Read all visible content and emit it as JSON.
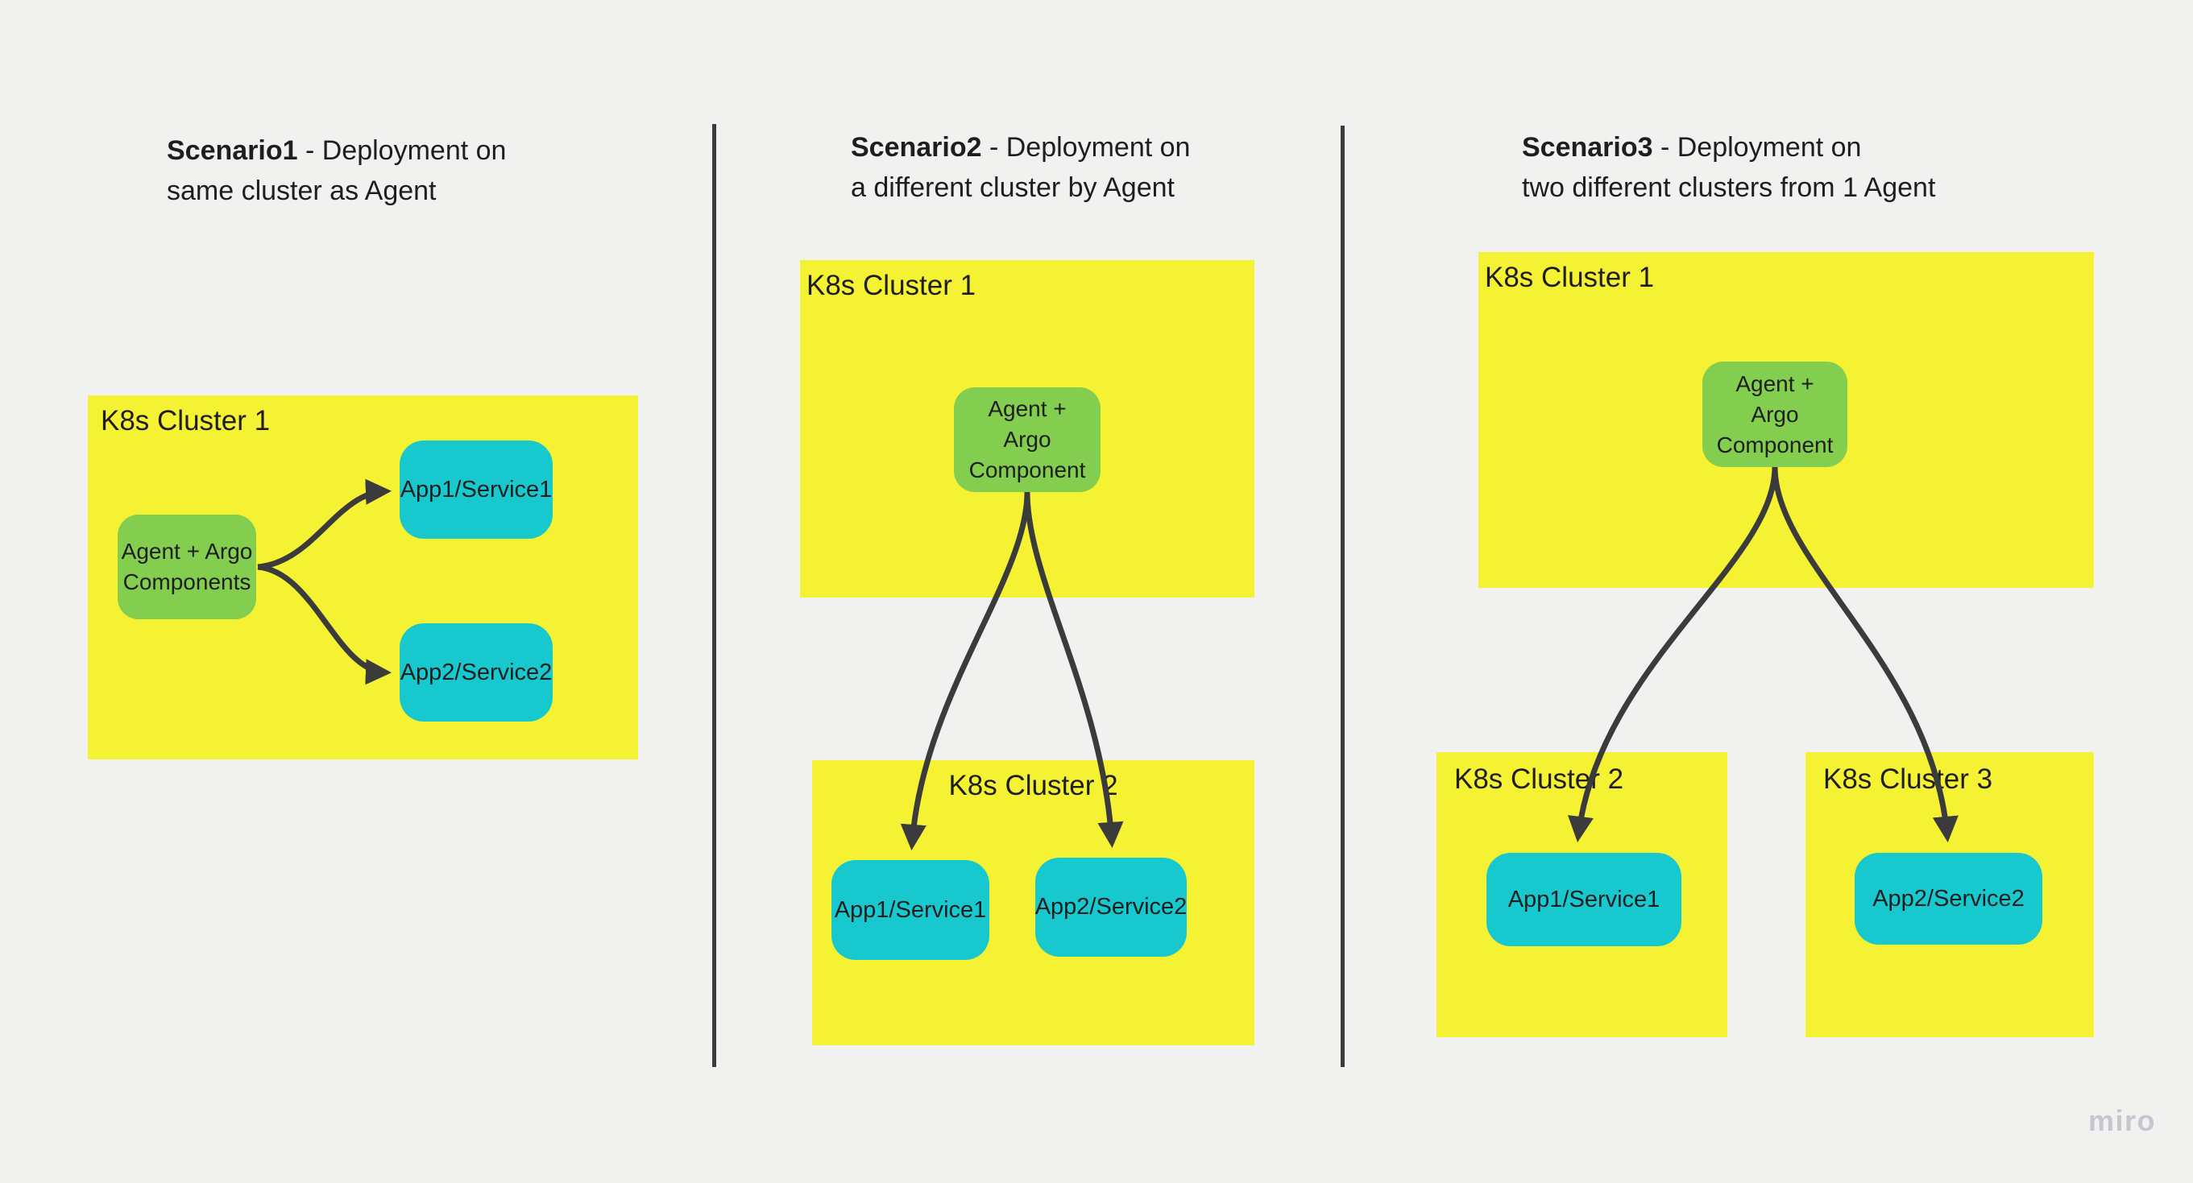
{
  "watermark": "miro",
  "colors": {
    "background": "#F1F1F0",
    "cluster_fill": "#F5F133",
    "agent_fill": "#84CE4F",
    "app_fill": "#17C9CF",
    "line": "#3B3B3B",
    "text": "#1E1E1E",
    "watermark_color": "#C6C6D0"
  },
  "scenarios": [
    {
      "title": {
        "bold": "Scenario1",
        "rest": " - Deployment on",
        "line2": "same cluster as Agent"
      },
      "cluster1": {
        "label": "K8s Cluster 1"
      },
      "agent": {
        "lines": [
          "Agent + Argo",
          "Components"
        ]
      },
      "apps": [
        {
          "label": "App1/Service1"
        },
        {
          "label": "App2/Service2"
        }
      ]
    },
    {
      "title": {
        "bold": "Scenario2",
        "rest": " - Deployment on",
        "line2": "a different cluster by Agent"
      },
      "cluster1": {
        "label": "K8s Cluster 1"
      },
      "cluster2": {
        "label": "K8s Cluster 2"
      },
      "agent": {
        "lines": [
          "Agent +",
          "Argo",
          "Component"
        ]
      },
      "apps": [
        {
          "label": "App1/Service1"
        },
        {
          "label": "App2/Service2"
        }
      ]
    },
    {
      "title": {
        "bold": "Scenario3",
        "rest": " - Deployment on",
        "line2": "two different clusters from 1 Agent"
      },
      "cluster1": {
        "label": "K8s Cluster 1"
      },
      "cluster2": {
        "label": "K8s Cluster 2"
      },
      "cluster3": {
        "label": "K8s Cluster 3"
      },
      "agent": {
        "lines": [
          "Agent +",
          "Argo",
          "Component"
        ]
      },
      "apps": [
        {
          "label": "App1/Service1"
        },
        {
          "label": "App2/Service2"
        }
      ]
    }
  ]
}
